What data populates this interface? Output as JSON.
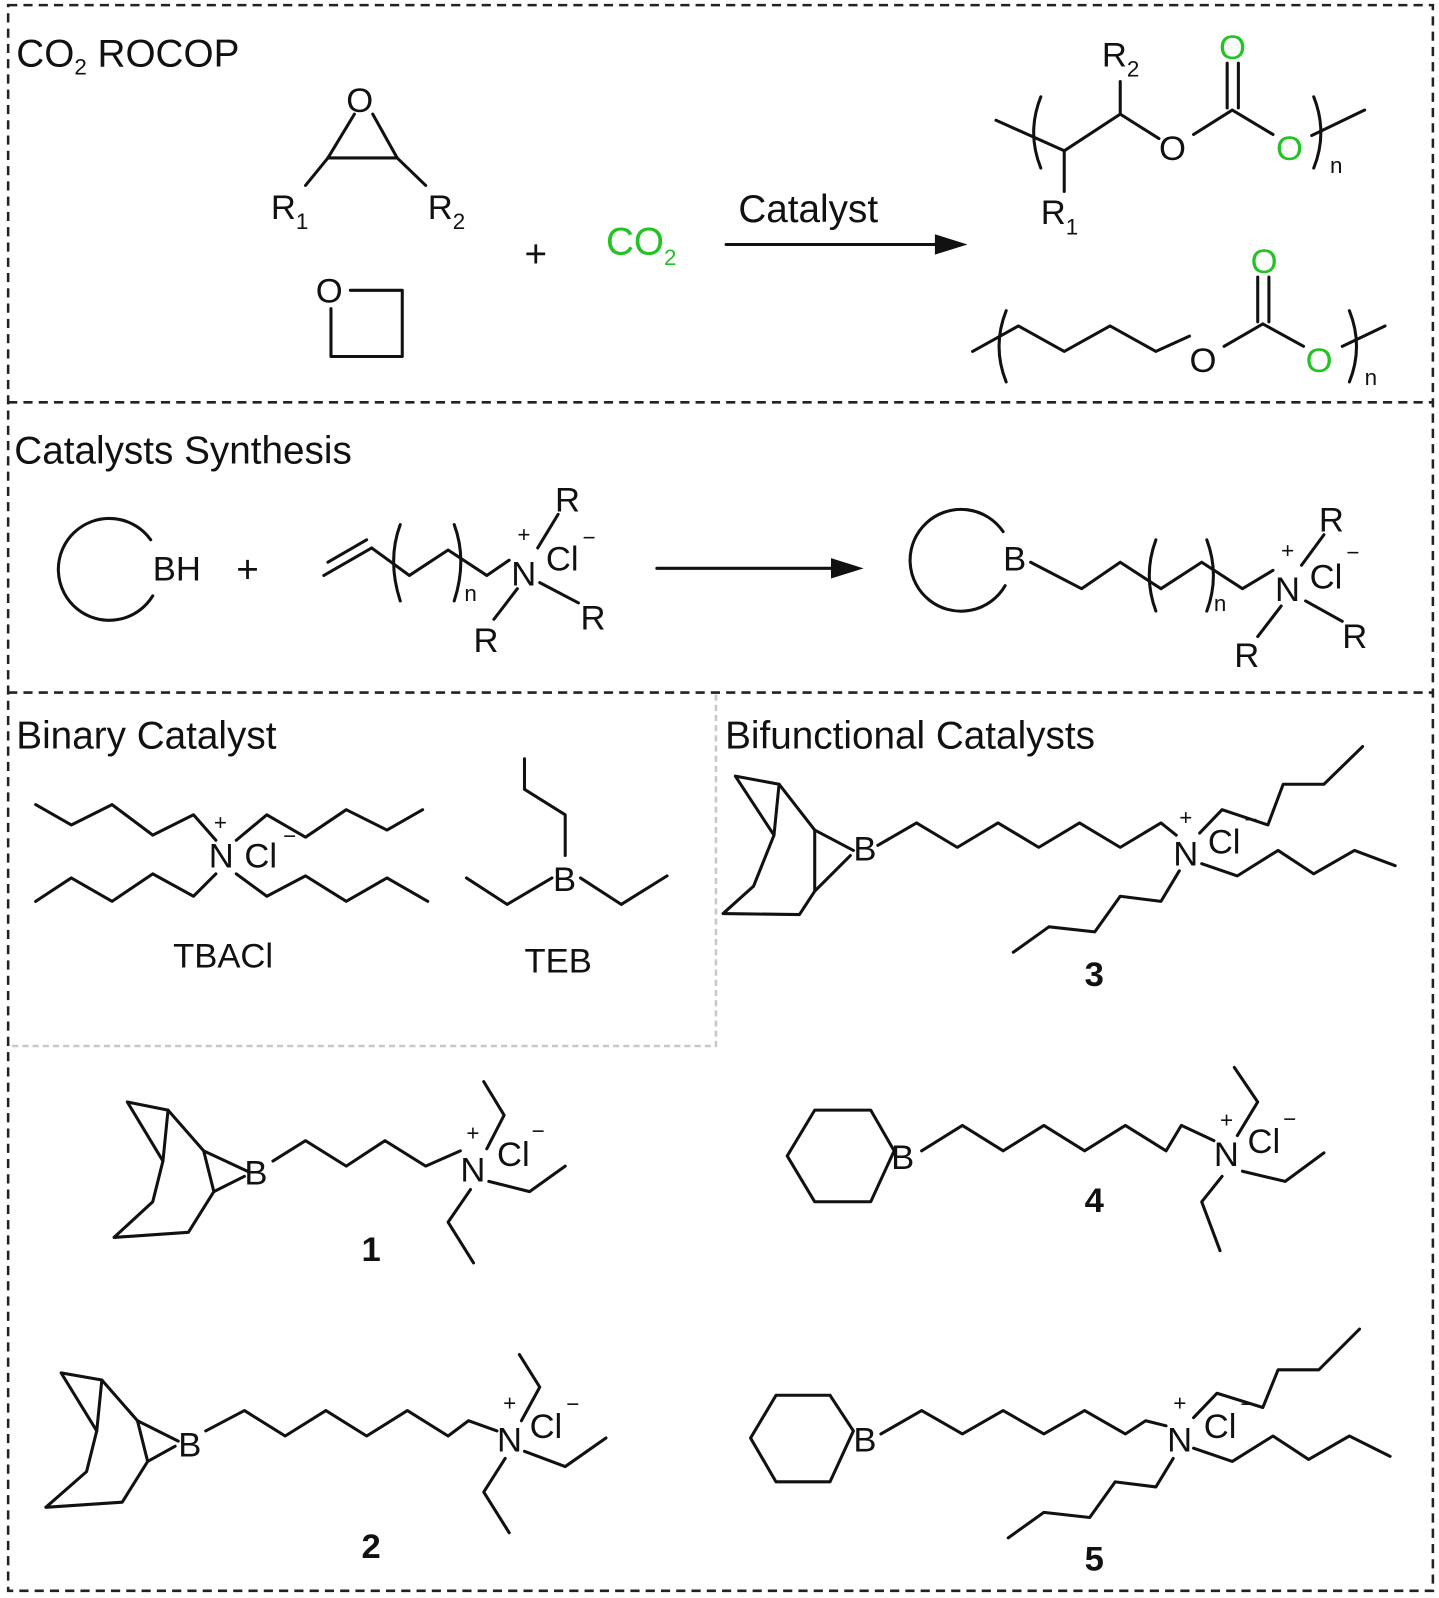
{
  "sections": {
    "rocop_title_main": "CO",
    "rocop_title_sub": "2",
    "rocop_title_rest": " ROCOP",
    "synthesis_title": "Catalysts Synthesis",
    "binary_title": "Binary Catalyst",
    "bifunctional_title": "Bifunctional Catalysts"
  },
  "reaction": {
    "plus": "+",
    "co2_main": "CO",
    "co2_sub": "2",
    "arrow_label": "Catalyst",
    "R": "R",
    "sub1": "1",
    "sub2": "2",
    "n": "n"
  },
  "atoms": {
    "O": "O",
    "B": "B",
    "BH": "BH",
    "N": "N",
    "Cl": "Cl",
    "R": "R",
    "plus": "+",
    "minus": "−"
  },
  "labels": {
    "tbacl": "TBACl",
    "teb": "TEB",
    "c1": "1",
    "c2": "2",
    "c3": "3",
    "c4": "4",
    "c5": "5"
  },
  "colors": {
    "co2_highlight": "#22c322"
  }
}
